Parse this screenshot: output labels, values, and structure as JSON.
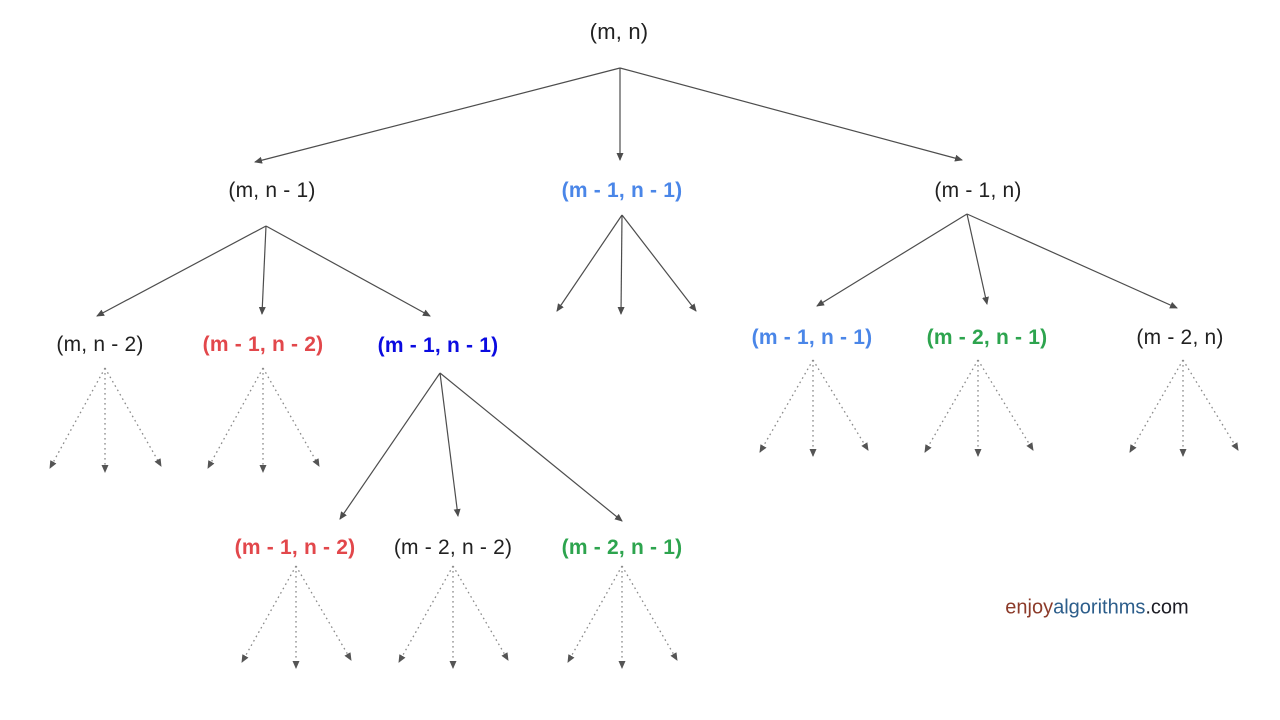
{
  "diagram": {
    "type": "recursion-tree",
    "description": "Recursion tree of subproblems (m, n) with overlapping subproblems highlighted by color",
    "nodes": [
      {
        "id": "root",
        "label": "(m, n)",
        "color": "#212121"
      },
      {
        "id": "l2-left",
        "label": "(m, n - 1)",
        "color": "#212121"
      },
      {
        "id": "l2-mid",
        "label": "(m - 1, n - 1)",
        "color": "#4a86e8"
      },
      {
        "id": "l2-right",
        "label": "(m - 1, n)",
        "color": "#212121"
      },
      {
        "id": "l3-1",
        "label": "(m, n - 2)",
        "color": "#212121"
      },
      {
        "id": "l3-2",
        "label": "(m - 1, n - 2)",
        "color": "#e2474b"
      },
      {
        "id": "l3-3",
        "label": "(m - 1, n - 1)",
        "color": "#0b0be0"
      },
      {
        "id": "l3-4",
        "label": "(m - 1, n - 1)",
        "color": "#4a86e8"
      },
      {
        "id": "l3-5",
        "label": "(m - 2, n - 1)",
        "color": "#2da44e"
      },
      {
        "id": "l3-6",
        "label": "(m - 2, n)",
        "color": "#212121"
      },
      {
        "id": "l4-1",
        "label": "(m - 1, n - 2)",
        "color": "#e2474b"
      },
      {
        "id": "l4-2",
        "label": "(m - 2, n - 2)",
        "color": "#212121"
      },
      {
        "id": "l4-3",
        "label": "(m - 2, n - 1)",
        "color": "#2da44e"
      }
    ],
    "highlight_colors": {
      "light_blue": "#4a86e8",
      "dark_blue": "#0b0be0",
      "red": "#e2474b",
      "green": "#2da44e",
      "plain": "#212121"
    }
  },
  "watermark": {
    "part1": "enjoy",
    "part1_color": "#8c3b2a",
    "part2": "algorithms",
    "part2_color": "#2d5e8b",
    "part3": ".com",
    "part3_color": "#1c1c24"
  }
}
